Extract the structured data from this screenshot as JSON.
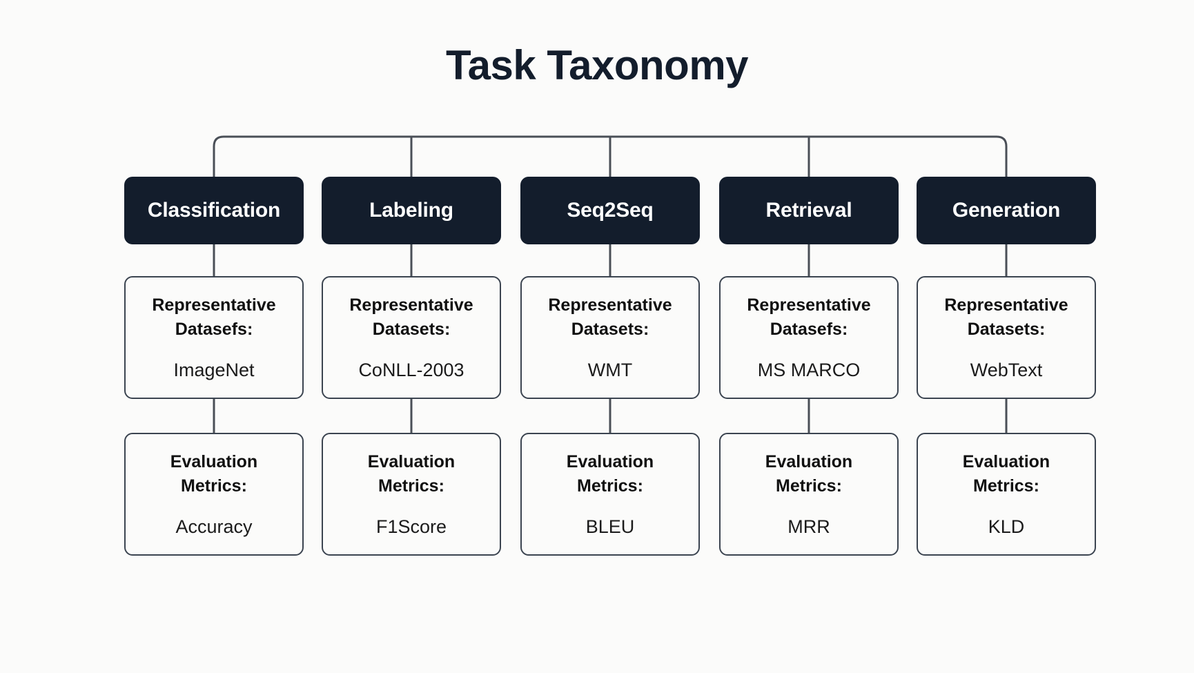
{
  "diagram": {
    "title": "Task Taxonomy",
    "background_color": "#fbfbfa",
    "node_fill_color": "#131d2c",
    "node_text_color": "#ffffff",
    "card_border_color": "#3b4450",
    "connector_color": "#4a4f57"
  },
  "columns": [
    {
      "task": "Classification",
      "datasets_label": "Representative\nDatasefs:",
      "datasets_label_line1": "Representative",
      "datasets_label_line2": "Datasefs:",
      "dataset_value": "ImageNet",
      "metrics_label_line1": "Evaluation",
      "metrics_label_line2": "Metrics:",
      "metric_value": "Accuracy"
    },
    {
      "task": "Labeling",
      "datasets_label_line1": "Representative",
      "datasets_label_line2": "Datasets:",
      "dataset_value": "CoNLL-2003",
      "metrics_label_line1": "Evaluation",
      "metrics_label_line2": "Metrics:",
      "metric_value": "F1Score"
    },
    {
      "task": "Seq2Seq",
      "datasets_label_line1": "Representative",
      "datasets_label_line2": "Datasets:",
      "dataset_value": "WMT",
      "metrics_label_line1": "Evaluation",
      "metrics_label_line2": "Metrics:",
      "metric_value": "BLEU"
    },
    {
      "task": "Retrieval",
      "datasets_label_line1": "Representative",
      "datasets_label_line2": "Datasefs:",
      "dataset_value": "MS MARCO",
      "metrics_label_line1": "Evaluation",
      "metrics_label_line2": "Metrics:",
      "metric_value": "MRR"
    },
    {
      "task": "Generation",
      "datasets_label_line1": "Representative",
      "datasets_label_line2": "Datasets:",
      "dataset_value": "WebText",
      "metrics_label_line1": "Evaluation",
      "metrics_label_line2": "Metrics:",
      "metric_value": "KLD"
    }
  ]
}
